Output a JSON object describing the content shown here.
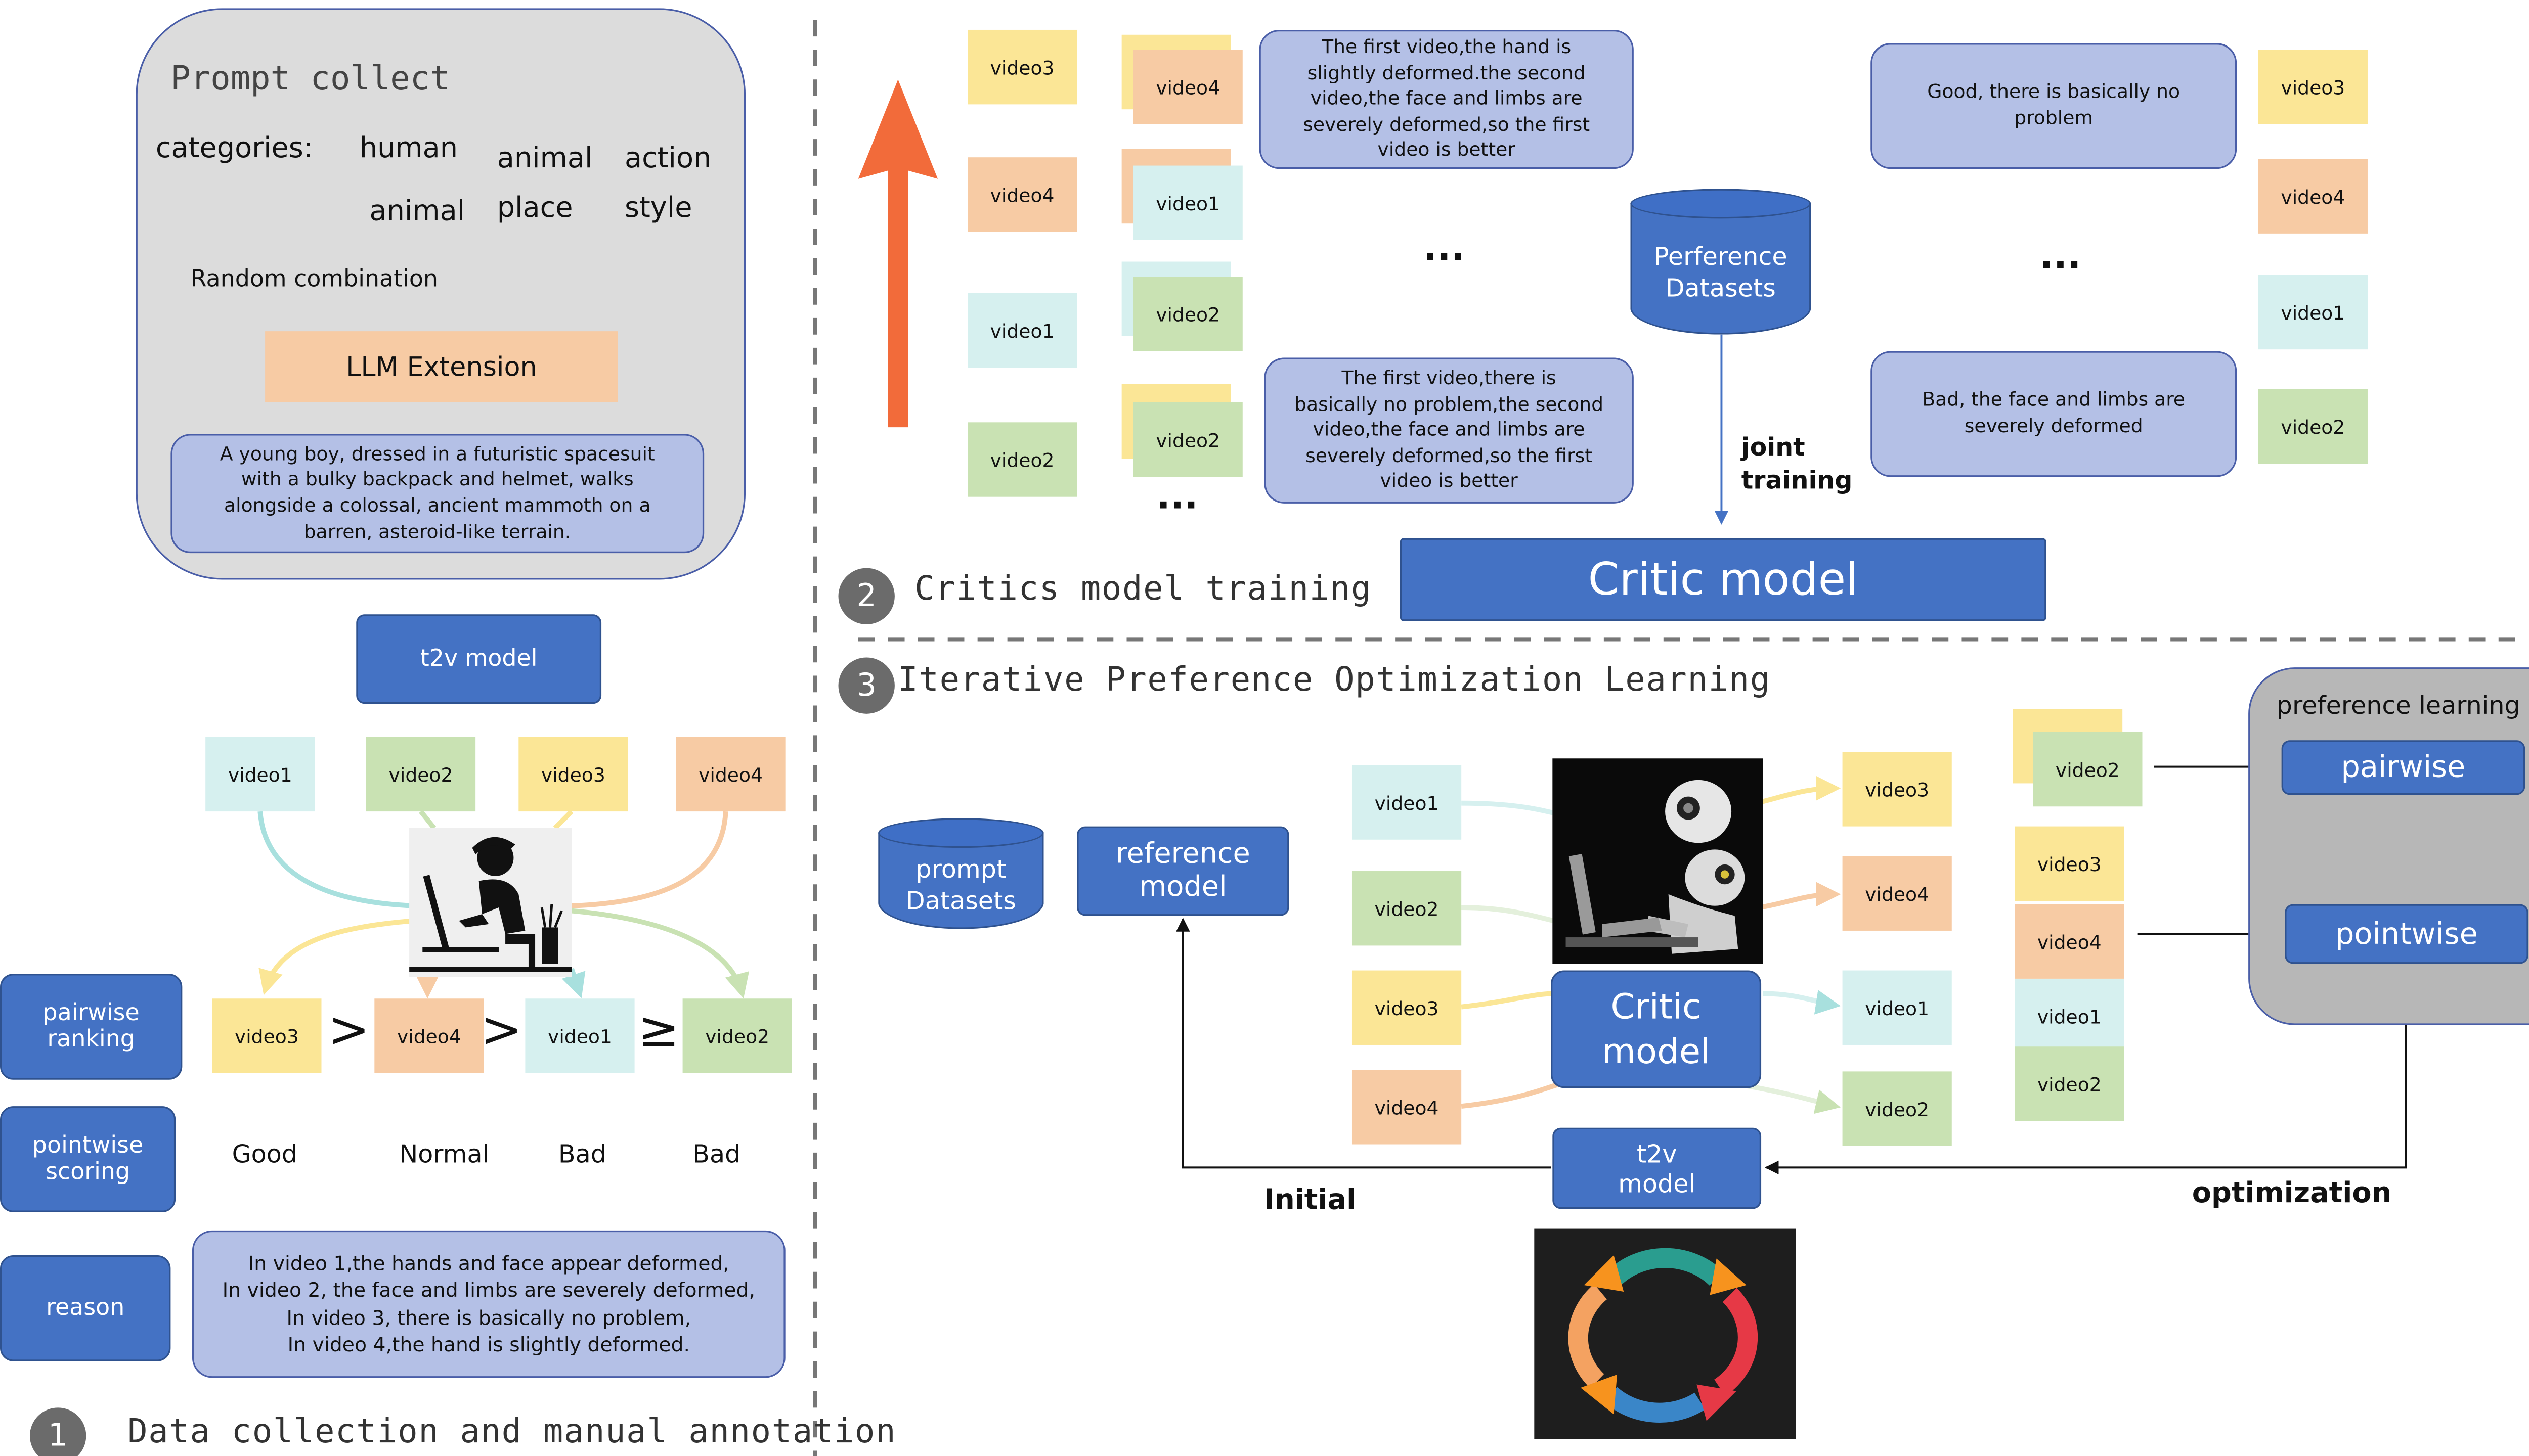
{
  "section1": {
    "number": "1",
    "title": "Data collection and manual annotation",
    "prompt_collect": {
      "title": "Prompt collect",
      "categories_label": "categories:",
      "categories": [
        "human",
        "animal",
        "action",
        "animal",
        "place",
        "style"
      ],
      "random_combination": "Random combination",
      "llm_extension": "LLM Extension",
      "example_prompt": [
        "A young boy, dressed in a futuristic spacesuit",
        "with a bulky backpack and helmet, walks",
        "alongside a colossal, ancient mammoth on a",
        "barren, asteroid-like terrain."
      ]
    },
    "t2v_model": "t2v model",
    "videos_top": [
      "video1",
      "video2",
      "video3",
      "video4"
    ],
    "ranked_videos": [
      "video3",
      "video4",
      "video1",
      "video2"
    ],
    "comparators": [
      ">",
      ">",
      "≥"
    ],
    "scores": [
      "Good",
      "Normal",
      "Bad",
      "Bad"
    ],
    "side_labels": {
      "pairwise": [
        "pairwise",
        "ranking"
      ],
      "pointwise": [
        "pointwise",
        "scoring"
      ],
      "reason": "reason"
    },
    "reason_text": [
      "In video 1,the hands and face appear deformed,",
      "In video 2, the face and limbs are severely deformed,",
      "In video 3, there is basically no problem,",
      "In video 4,the hand is slightly deformed."
    ]
  },
  "section2": {
    "number": "2",
    "title": "Critics model training",
    "left_column": [
      "video3",
      "video4",
      "video1",
      "video2"
    ],
    "pairs": [
      [
        "video3",
        "video4"
      ],
      [
        "video4",
        "video1"
      ],
      [
        "video1",
        "video2"
      ],
      [
        "video3",
        "video2"
      ]
    ],
    "comment1": [
      "The first video,the hand is",
      "slightly deformed.the second",
      "video,the face and limbs are",
      "severely deformed,so the first",
      "video is better"
    ],
    "comment2": [
      "The first video,there is",
      "basically no problem,the second",
      "video,the face and limbs are",
      "severely deformed,so the first",
      "video is better"
    ],
    "ellipsis": "...",
    "db_label": [
      "Perference",
      "Datasets"
    ],
    "joint_training": [
      "joint",
      "training"
    ],
    "critic_model": "Critic model",
    "right_comment1": [
      "Good,  there is basically no",
      "problem"
    ],
    "right_comment2": [
      "Bad, the face and limbs are",
      "severely deformed"
    ],
    "right_column": [
      "video3",
      "video4",
      "video1",
      "video2"
    ]
  },
  "section3": {
    "number": "3",
    "title": "Iterative Preference Optimization Learning",
    "prompt_db": [
      "prompt",
      "Datasets"
    ],
    "reference_model": [
      "reference",
      "model"
    ],
    "inputs": [
      "video1",
      "video2",
      "video3",
      "video4"
    ],
    "critic_model": [
      "Critic",
      "model"
    ],
    "outputs": [
      "video3",
      "video4",
      "video1",
      "video2"
    ],
    "pair_top": [
      "video3",
      "video2"
    ],
    "point_col": [
      "video3",
      "video4",
      "video1",
      "video2"
    ],
    "preference_learning": "preference learning",
    "pairwise": "pairwise",
    "pointwise": "pointwise",
    "t2v_model": [
      "t2v",
      "model"
    ],
    "initial": "Initial",
    "optimization": "optimization"
  },
  "colors": {
    "video1": "#d6f0ef",
    "video2": "#c9e2b3",
    "video3": "#fbe696",
    "video4": "#f7cba4",
    "blue_box": "#4472c4",
    "comment_box": "#b4c0e6",
    "up_arrow": "#f26b3a"
  }
}
